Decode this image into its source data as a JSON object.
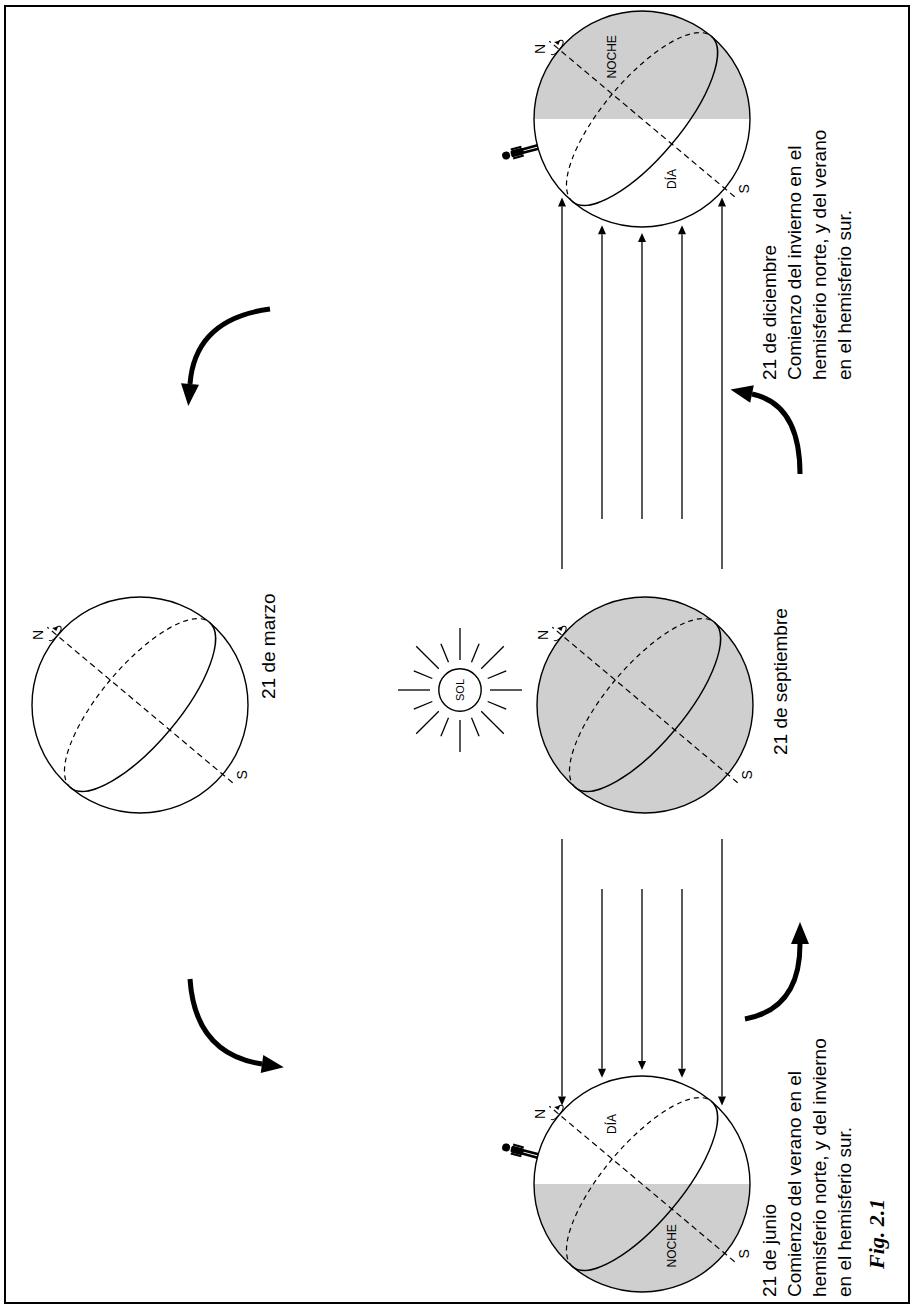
{
  "diagram": {
    "caption": "Fig. 2.1",
    "nodes": [
      {
        "text": [
          "21 de marzo",
          "N",
          "S"
        ]
      },
      {
        "text": [
          "21 de junio",
          "Comienzo del verano en el hemisferio norte, y del invierno en el hemisferio sur.",
          "N",
          "DÍA",
          "NOCHE",
          "S"
        ]
      },
      {
        "text": [
          "SOL"
        ]
      },
      {
        "text": [
          "21 de diciembre",
          "Comienzo del invierno en el hemisferio norte, y del verano en el hemisferio sur.",
          "N",
          "NOCHE",
          "DÍA",
          "S"
        ]
      },
      {
        "text": [
          "21 de septiembre",
          "N",
          "S"
        ]
      }
    ]
  }
}
